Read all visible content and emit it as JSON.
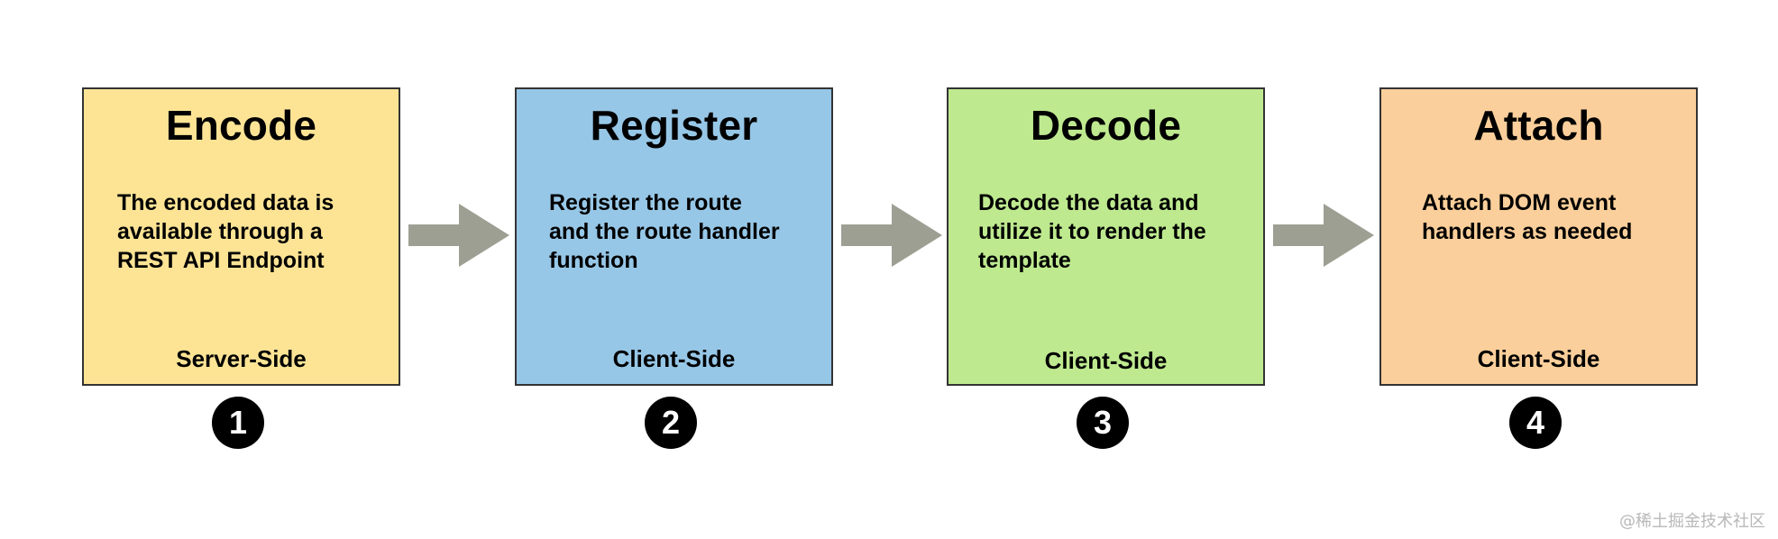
{
  "colors": {
    "encode_fill": "#fde495",
    "register_fill": "#97c7e7",
    "decode_fill": "#bee98f",
    "attach_fill": "#fbcf9b",
    "arrow": "#9d9f93",
    "border": "#333333",
    "badge": "#000000"
  },
  "stages": [
    {
      "title": "Encode",
      "description": "The encoded data is\navailable through a\nREST API Endpoint",
      "side": "Server-Side",
      "number": "1"
    },
    {
      "title": "Register",
      "description": "Register the route\nand the route handler\nfunction",
      "side": "Client-Side",
      "number": "2"
    },
    {
      "title": "Decode",
      "description": "Decode the data and\nutilize it to render the\ntemplate",
      "side": "Client-Side",
      "number": "3"
    },
    {
      "title": "Attach",
      "description": "Attach DOM event\nhandlers as needed",
      "side": "Client-Side",
      "number": "4"
    }
  ],
  "arrow_icon": "right-arrow-icon",
  "watermark": "@稀土掘金技术社区"
}
